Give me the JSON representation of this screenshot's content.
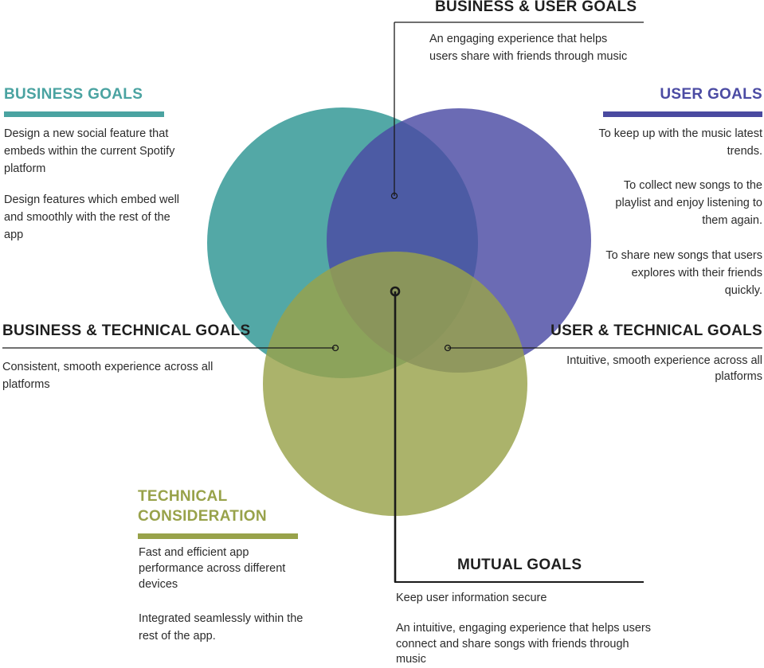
{
  "colors": {
    "business": "#4aa3a1",
    "user": "#5b5cae",
    "technical": "#a3ab5f",
    "line": "#1a1a1a",
    "business_bar": "#4aa3a1",
    "user_bar": "#4a4aa0",
    "technical_bar": "#98a24a"
  },
  "sections": {
    "business_user": {
      "title": "BUSINESS & USER GOALS",
      "items": [
        "An engaging experience that helps users share with friends through music"
      ]
    },
    "business": {
      "title": "BUSINESS GOALS",
      "items": [
        "Design  a new social feature that embeds within the current Spotify platform",
        "Design features which embed well and smoothly with the rest of the app"
      ]
    },
    "user": {
      "title": "USER GOALS",
      "items": [
        "To keep up with the music latest trends.",
        "To collect new songs to the playlist and enjoy listening to them again.",
        "To share new songs that users explores with their friends quickly."
      ]
    },
    "business_technical": {
      "title": "BUSINESS & TECHNICAL GOALS",
      "items": [
        "Consistent, smooth experience across all platforms"
      ]
    },
    "user_technical": {
      "title": "USER & TECHNICAL GOALS",
      "items": [
        "Intuitive, smooth experience across all platforms"
      ]
    },
    "technical": {
      "title": "TECHNICAL CONSIDERATION",
      "items": [
        "Fast and efficient app performance across different devices",
        "Integrated seamlessly within the rest of the app."
      ]
    },
    "mutual": {
      "title": "MUTUAL GOALS",
      "items": [
        "Keep user information secure",
        "An intuitive, engaging experience that helps users connect and share songs with friends through music"
      ]
    }
  }
}
